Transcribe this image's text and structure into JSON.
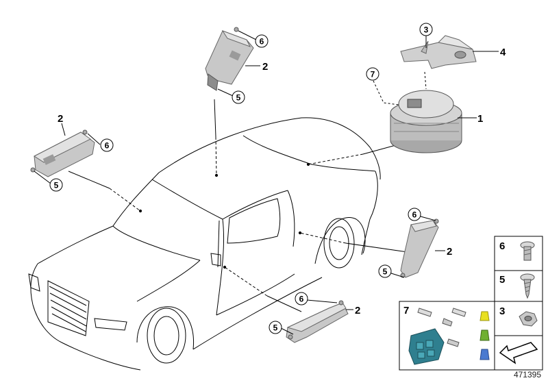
{
  "diagram": {
    "figure_id": "471395",
    "callouts": {
      "c1": "1",
      "c2a": "2",
      "c2b": "2",
      "c2c": "2",
      "c2d": "2",
      "c3a": "3",
      "c3b": "3",
      "c4": "4",
      "c5a": "5",
      "c5b": "5",
      "c5c": "5",
      "c5d": "5",
      "c5e": "5",
      "c6a": "6",
      "c6b": "6",
      "c6c": "6",
      "c6d": "6",
      "c6e": "6",
      "c7a": "7",
      "c7b": "7"
    },
    "colors": {
      "part_gray": "#c8c8c8",
      "part_dark": "#8c8c8c",
      "connector_teal": "#2f7f8f",
      "seal_yellow": "#e8e020",
      "seal_green": "#6fb030",
      "seal_blue": "#4a7ad0"
    }
  }
}
